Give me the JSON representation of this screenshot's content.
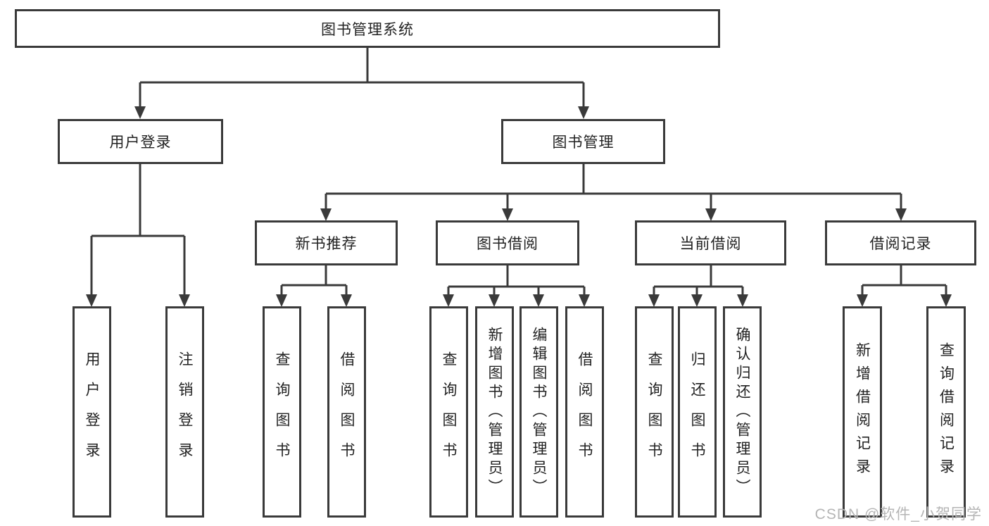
{
  "watermark": "CSDN @软件_小贺同学",
  "colors": {
    "line": "#3a3a3a",
    "box_border": "#3a3a3a",
    "text": "#222222",
    "watermark": "#b5b5b5",
    "background": "#ffffff"
  },
  "diagram": {
    "type": "tree",
    "root": {
      "label": "图书管理系统"
    },
    "level2": [
      {
        "label": "用户登录",
        "parent": "图书管理系统"
      },
      {
        "label": "图书管理",
        "parent": "图书管理系统"
      }
    ],
    "level3": [
      {
        "label": "新书推荐",
        "parent": "图书管理"
      },
      {
        "label": "图书借阅",
        "parent": "图书管理"
      },
      {
        "label": "当前借阅",
        "parent": "图书管理"
      },
      {
        "label": "借阅记录",
        "parent": "图书管理"
      }
    ],
    "level4": [
      {
        "label": "用户登录",
        "parent": "用户登录"
      },
      {
        "label": "注销登录",
        "parent": "用户登录"
      },
      {
        "label": "查询图书",
        "parent": "新书推荐"
      },
      {
        "label": "借阅图书",
        "parent": "新书推荐"
      },
      {
        "label": "查询图书",
        "parent": "图书借阅"
      },
      {
        "label": "新增图书（管理员）",
        "parent": "图书借阅"
      },
      {
        "label": "编辑图书（管理员）",
        "parent": "图书借阅"
      },
      {
        "label": "借阅图书",
        "parent": "图书借阅"
      },
      {
        "label": "查询图书",
        "parent": "当前借阅"
      },
      {
        "label": "归还图书",
        "parent": "当前借阅"
      },
      {
        "label": "确认归还（管理员）",
        "parent": "当前借阅"
      },
      {
        "label": "新增借阅记录",
        "parent": "借阅记录"
      },
      {
        "label": "查询借阅记录",
        "parent": "借阅记录"
      }
    ]
  }
}
